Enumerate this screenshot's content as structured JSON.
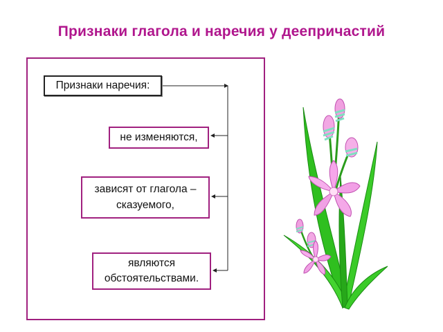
{
  "title": "Признаки глагола и наречия у деепричастий",
  "diagram": {
    "header": "Признаки наречия:",
    "items": [
      "не изменяются,",
      "зависят от глагола – сказуемого,",
      "являются обстоятельствами."
    ]
  },
  "colors": {
    "title": "#b0168d",
    "frame": "#a0207f"
  },
  "illustration": {
    "icon": "flower-icon",
    "description": ""
  }
}
